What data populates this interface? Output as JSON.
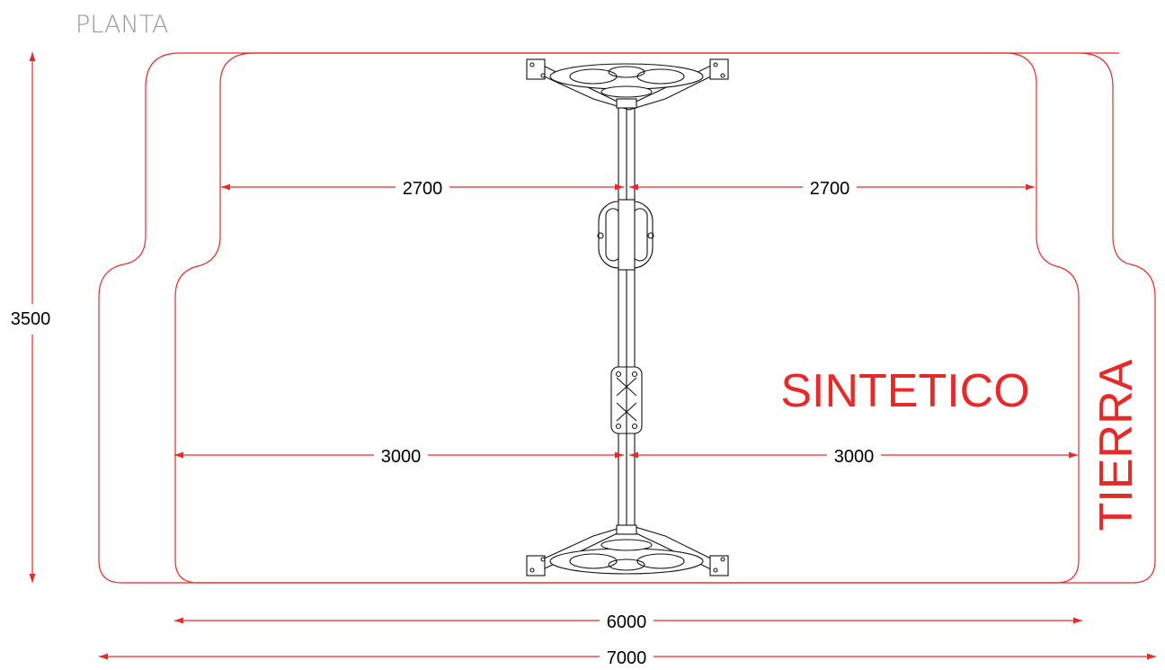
{
  "title": "PLANTA",
  "zones": {
    "sintetico": "SINTETICO",
    "tierra": "TIERRA"
  },
  "dimensions": {
    "upper_left": "2700",
    "upper_right": "2700",
    "lower_left": "3000",
    "lower_right": "3000",
    "inner_total": "6000",
    "outer_total": "7000",
    "height": "3500"
  },
  "colors": {
    "dimension_lines": "#e62a2a",
    "equipment": "#111111",
    "title": "#9a9a9a"
  }
}
